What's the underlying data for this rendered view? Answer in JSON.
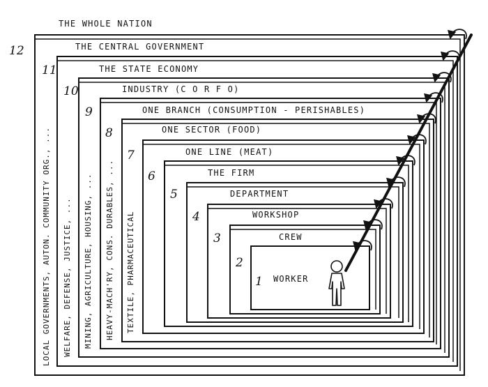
{
  "diagram": {
    "levels": [
      {
        "number": "12",
        "title": "THE WHOLE NATION",
        "side": "LOCAL GOVERNMENTS, AUTON. COMMUNITY ORG., ..."
      },
      {
        "number": "11",
        "title": "THE CENTRAL GOVERNMENT",
        "side": "WELFARE, DEFENSE, JUSTICE, ..."
      },
      {
        "number": "10",
        "title": "THE STATE ECONOMY",
        "side": "MINING, AGRICULTURE, HOUSING, ..."
      },
      {
        "number": "9",
        "title": "INDUSTRY (C O R F O)",
        "side": "HEAVY-MACH'RY, CONS. DURABLES, ..."
      },
      {
        "number": "8",
        "title": "ONE BRANCH (CONSUMPTION - PERISHABLES)",
        "side": "TEXTILE, PHARMACEUTICAL"
      },
      {
        "number": "7",
        "title": "ONE SECTOR (FOOD)",
        "side": ""
      },
      {
        "number": "6",
        "title": "ONE LINE (MEAT)",
        "side": ""
      },
      {
        "number": "5",
        "title": "THE FIRM",
        "side": ""
      },
      {
        "number": "4",
        "title": "DEPARTMENT",
        "side": ""
      },
      {
        "number": "3",
        "title": "WORKSHOP",
        "side": ""
      },
      {
        "number": "2",
        "title": "CREW",
        "side": ""
      },
      {
        "number": "1",
        "title": "WORKER",
        "side": ""
      }
    ],
    "figure_icon": "worker-figure-icon",
    "arrow_icon": "recursion-arrow-icon"
  }
}
